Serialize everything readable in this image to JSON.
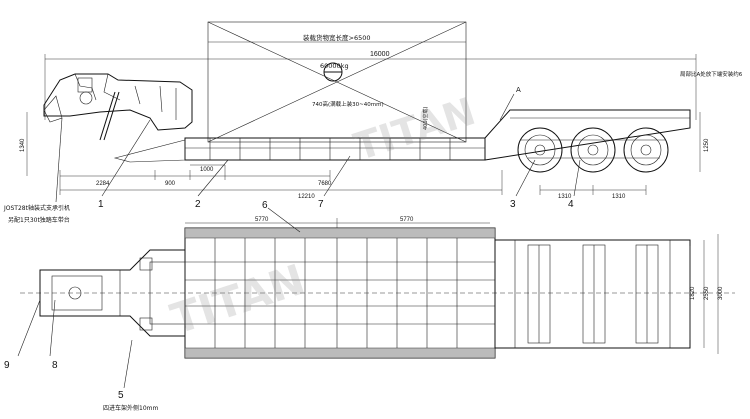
{
  "notes": {
    "deck_length": "装载货物宽长度>6500",
    "payload": "60000kg",
    "deck_height": "740高(满载上装30~40mm)",
    "deck_drop": "400(空载)",
    "gooseneck_note": "局部比A处放下端安装约6",
    "landing_gear_1": "JOST28t轴装式支承引机",
    "landing_gear_2": "另配1只30t独踏车带台",
    "label_a": "A",
    "side_bracket": "四进车架外侧10mm"
  },
  "dimensions": {
    "overall": "16000",
    "front_height": "1340",
    "rear_height": "1250",
    "d_2284": "2284",
    "d_900": "900",
    "d_1000": "1000",
    "d_7680": "7680",
    "d_12210": "12210",
    "axle_1310": "1310",
    "axle_1310b": "1310",
    "plan_5770a": "5770",
    "plan_5770b": "5770",
    "width_1820": "1820",
    "width_2550": "2550",
    "width_3000": "3000"
  },
  "callouts": [
    "1",
    "2",
    "3",
    "4",
    "5",
    "6",
    "7",
    "8",
    "9"
  ],
  "watermark": "TITAN"
}
